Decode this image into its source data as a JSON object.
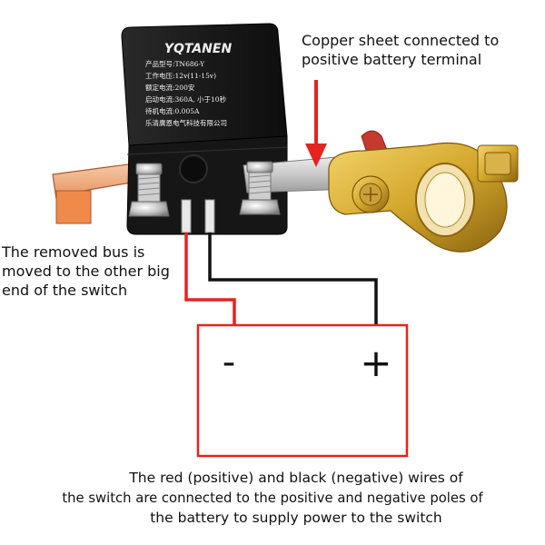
{
  "relay": {
    "brand": "YQTANEN",
    "spec_lines": [
      "产品型号:TN686-Y",
      "工作电压:12v(11-15v)",
      "额定电流:200安",
      "启动电流:360A, 小于10秒",
      "待机电流:0.005A",
      "乐清廣恩电气科技有限公司"
    ]
  },
  "annotations": {
    "copper_sheet": [
      "Copper sheet connected to",
      "positive battery terminal"
    ],
    "removed_bus": [
      "The removed bus is",
      "moved to the other big",
      "end of the switch"
    ],
    "wires_note": [
      "The red (positive) and black (negative) wires of",
      "the switch are connected to the positive and negative poles of",
      "the battery to supply power to the switch"
    ]
  },
  "battery": {
    "negative_symbol": "-",
    "positive_symbol": "+"
  },
  "colors": {
    "red_wire": "#e52320",
    "black_wire": "#111111",
    "arrow": "#e52320",
    "relay_body": "#1d1d1d",
    "brass": "#d4a72c"
  }
}
